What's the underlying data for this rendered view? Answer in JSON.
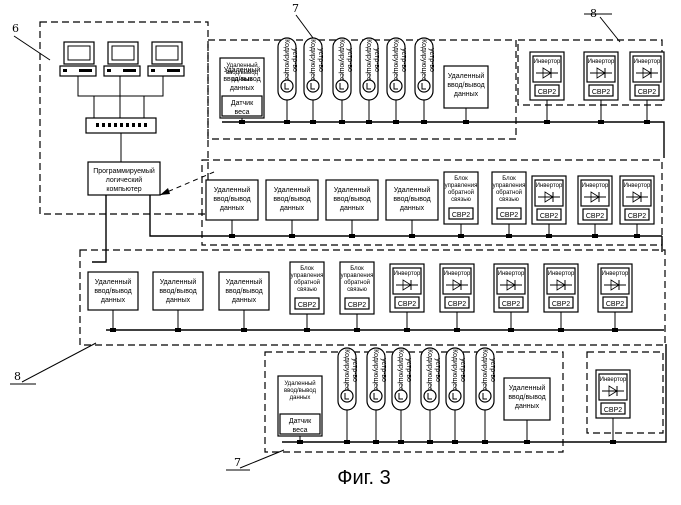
{
  "figure_caption": "Фиг. 3",
  "ref_labels": {
    "n6": "6",
    "n7_top": "7",
    "n8_top": "8",
    "n8_bottom": "8",
    "n7_bottom": "7"
  },
  "texts": {
    "remote_io_multi": "Удаленный ввод/вывод данных",
    "remote_io_lines": [
      "Удаленный",
      "ввод/вывод",
      "данных"
    ],
    "weight_sensor_lines": [
      "Датчик",
      "веса"
    ],
    "encoder_lines": [
      "Кодирующее",
      "устр-во"
    ],
    "inverter": "Инвертор",
    "svr2": "СВР2",
    "feedback_lines": [
      "Блок",
      "управления",
      "обратной",
      "связью"
    ],
    "plc_lines": [
      "Программируемый",
      "логический",
      "компьютер"
    ]
  }
}
